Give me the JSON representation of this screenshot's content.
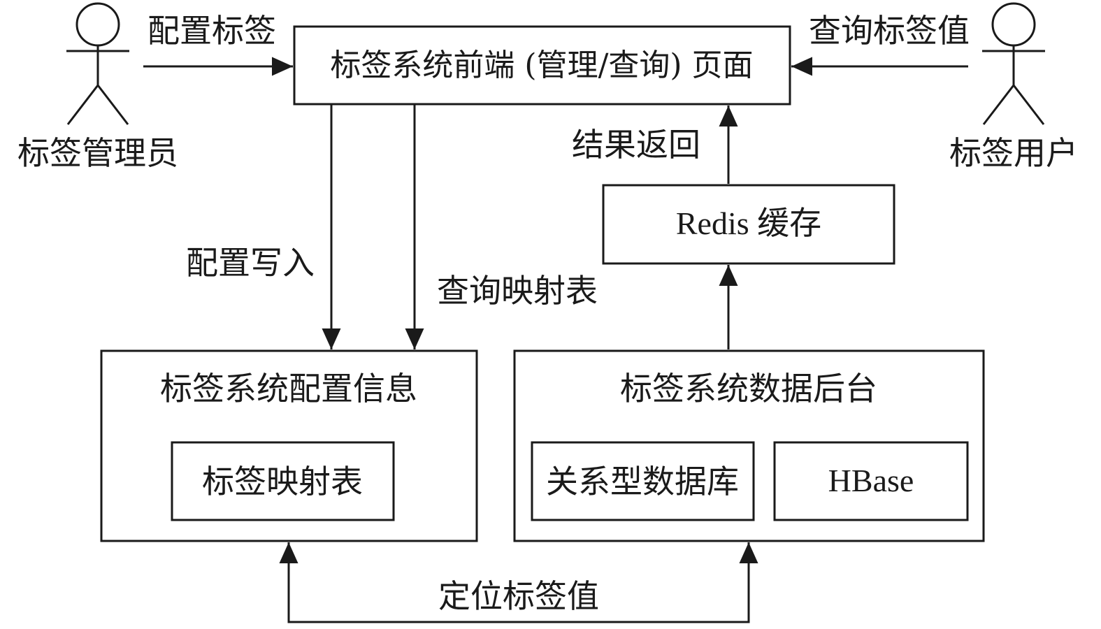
{
  "actors": {
    "admin": {
      "name": "标签管理员"
    },
    "user": {
      "name": "标签用户"
    }
  },
  "nodes": {
    "frontend": {
      "label": "标签系统前端 (管理/查询) 页面"
    },
    "redis": {
      "label": "Redis 缓存"
    },
    "config": {
      "label": "标签系统配置信息"
    },
    "mapping_table": {
      "label": "标签映射表"
    },
    "backend": {
      "label": "标签系统数据后台"
    },
    "rdb": {
      "label": "关系型数据库"
    },
    "hbase": {
      "label": "HBase"
    }
  },
  "edges": {
    "configure_tags": {
      "label": "配置标签"
    },
    "query_tag_values": {
      "label": "查询标签值"
    },
    "return_results": {
      "label": "结果返回"
    },
    "config_write": {
      "label": "配置写入"
    },
    "query_mapping": {
      "label": "查询映射表"
    },
    "locate_tag_values": {
      "label": "定位标签值"
    }
  }
}
